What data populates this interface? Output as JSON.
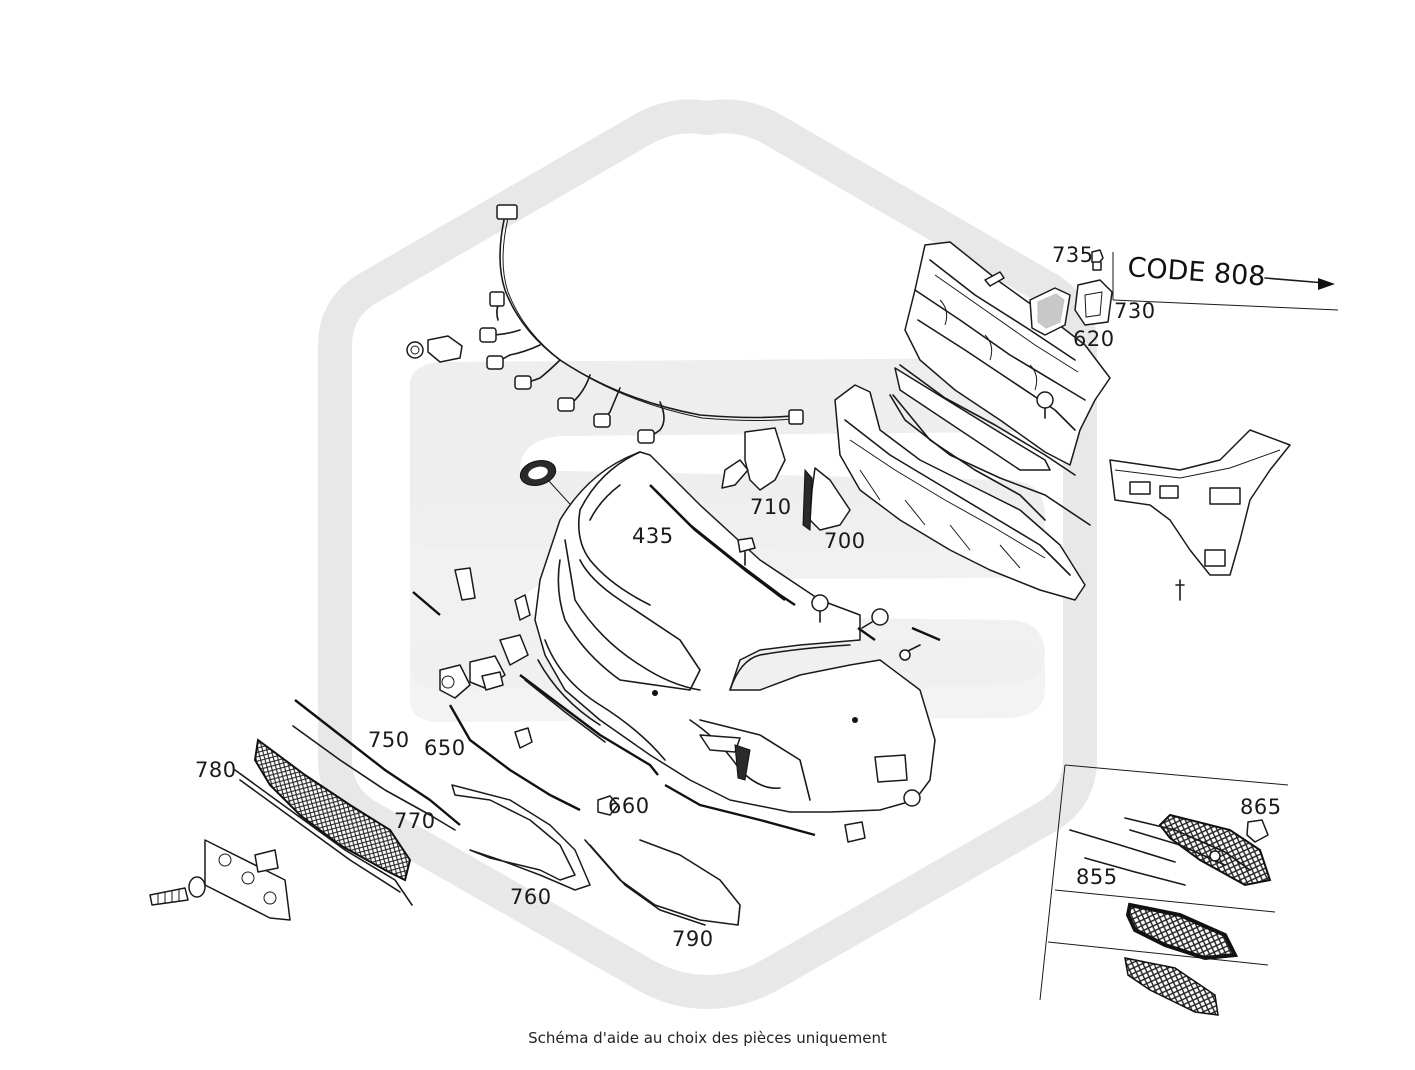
{
  "caption": "Schéma d'aide au choix des pièces uniquement",
  "code_label": "CODE 808",
  "callouts": {
    "c735": "735",
    "c730": "730",
    "c620": "620",
    "c710": "710",
    "c700": "700",
    "c435": "435",
    "c750": "750",
    "c650": "650",
    "c780": "780",
    "c770": "770",
    "c660": "660",
    "c760": "760",
    "c790": "790",
    "c865": "865",
    "c855": "855"
  },
  "colors": {
    "watermark": "#e6e6e6",
    "ink": "#1a1a1a",
    "background": "#ffffff"
  },
  "icons": {
    "watermark": "hexagon-logo-watermark",
    "arrow": "arrow-right-icon"
  }
}
